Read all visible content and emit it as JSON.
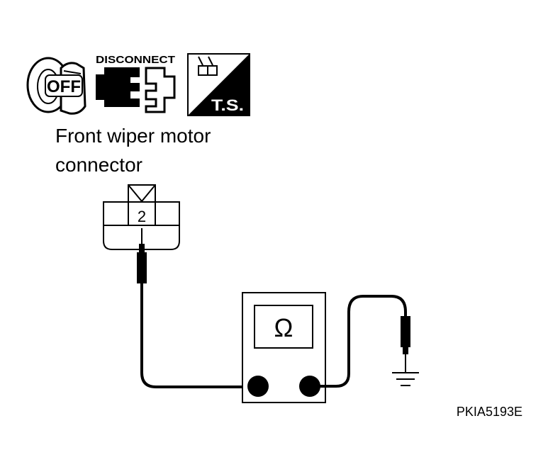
{
  "icons": {
    "ignition_key": {
      "icon": "ignition-key-off-icon",
      "label": "OFF"
    },
    "disconnect": {
      "icon": "connector-disconnect-icon",
      "label": "DISCONNECT"
    },
    "test_station": {
      "icon": "test-station-icon",
      "label": "T.S."
    }
  },
  "connector": {
    "caption_line1": "Front wiper motor",
    "caption_line2": "connector",
    "terminal": "2"
  },
  "meter": {
    "icon": "ohmmeter-icon",
    "symbol": "Ω"
  },
  "ground": {
    "icon": "ground-icon"
  },
  "figure_code": "PKIA5193E",
  "colors": {
    "ink": "#000000",
    "paper": "#ffffff"
  }
}
